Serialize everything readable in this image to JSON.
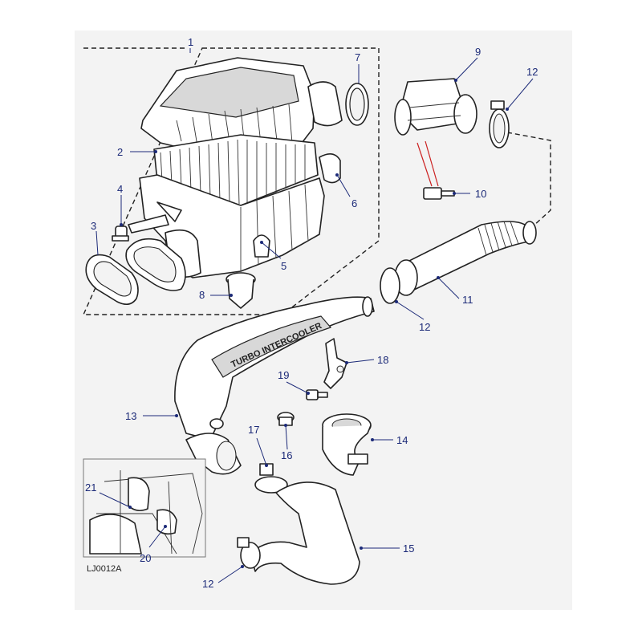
{
  "diagram": {
    "reference_code": "LJ0012A",
    "intercooler_text": "TURBO INTERCOOLER",
    "callouts": [
      {
        "id": "c1",
        "label": "1"
      },
      {
        "id": "c2",
        "label": "2"
      },
      {
        "id": "c3",
        "label": "3"
      },
      {
        "id": "c4",
        "label": "4"
      },
      {
        "id": "c5",
        "label": "5"
      },
      {
        "id": "c6",
        "label": "6"
      },
      {
        "id": "c7",
        "label": "7"
      },
      {
        "id": "c8",
        "label": "8"
      },
      {
        "id": "c9",
        "label": "9"
      },
      {
        "id": "c10",
        "label": "10"
      },
      {
        "id": "c11",
        "label": "11"
      },
      {
        "id": "c12a",
        "label": "12"
      },
      {
        "id": "c12b",
        "label": "12"
      },
      {
        "id": "c12c",
        "label": "12"
      },
      {
        "id": "c13",
        "label": "13"
      },
      {
        "id": "c14",
        "label": "14"
      },
      {
        "id": "c15",
        "label": "15"
      },
      {
        "id": "c16",
        "label": "16"
      },
      {
        "id": "c17",
        "label": "17"
      },
      {
        "id": "c18",
        "label": "18"
      },
      {
        "id": "c19",
        "label": "19"
      },
      {
        "id": "c20",
        "label": "20"
      },
      {
        "id": "c21",
        "label": "21"
      }
    ]
  },
  "colors": {
    "callout": "#1c2a78",
    "line": "#222222",
    "background": "#f3f3f3",
    "accent": "#cc2222"
  }
}
